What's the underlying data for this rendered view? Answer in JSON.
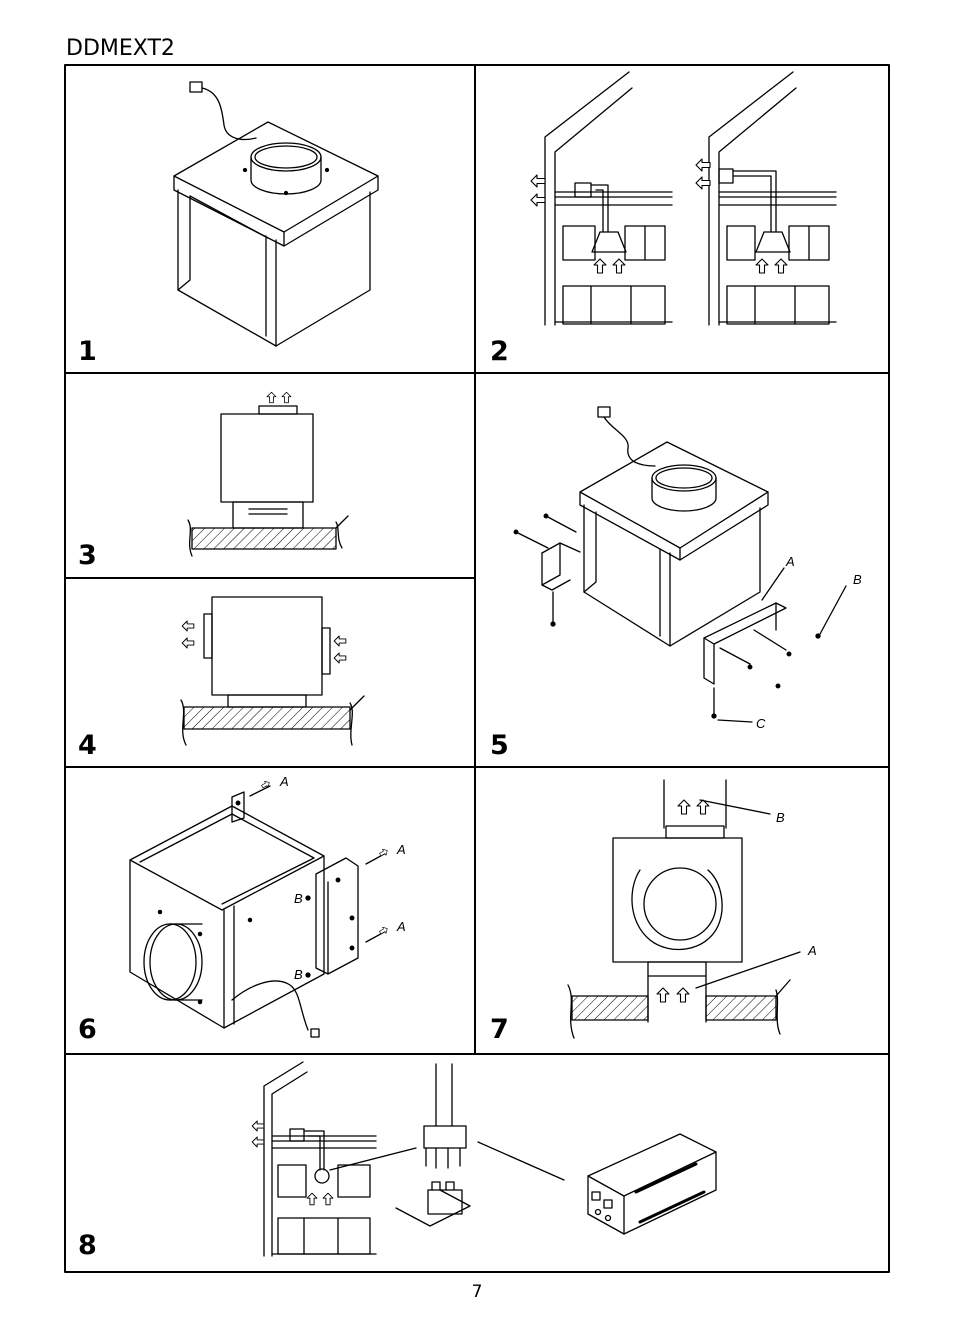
{
  "document": {
    "title": "DDMEXT2",
    "page_number": "7"
  },
  "panels": [
    {
      "number": "1"
    },
    {
      "number": "2"
    },
    {
      "number": "3"
    },
    {
      "number": "4"
    },
    {
      "number": "5",
      "labels": [
        "A",
        "B",
        "C"
      ]
    },
    {
      "number": "6",
      "labels": [
        "A",
        "A",
        "A",
        "B",
        "B"
      ]
    },
    {
      "number": "7",
      "labels": [
        "B",
        "A"
      ]
    },
    {
      "number": "8"
    }
  ]
}
